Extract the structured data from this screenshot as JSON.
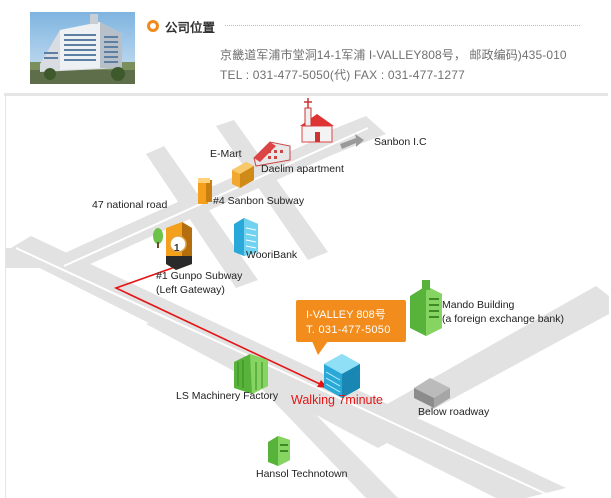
{
  "header": {
    "section_title": "公司位置",
    "address": "京畿道军浦市堂洞14-1军浦 I-VALLEY808号， 邮政编码)435-010",
    "contact": "TEL : 031-477-5050(代)   FAX : 031-477-1277"
  },
  "map": {
    "labels": {
      "sanbon_ic": "Sanbon I.C",
      "emart": "E-Mart",
      "daelim": "Daelim apartment",
      "national_road": "47 national road",
      "sanbon_subway": "#4 Sanbon Subway",
      "wooribank": "WooriBank",
      "gunpo_subway": "#1 Gunpo Subway",
      "left_gateway": "(Left Gateway)",
      "mando": "Mando  Building",
      "mando_sub": "(a foreign exchange bank)",
      "ls_machinery": "LS Machinery Factory",
      "walking": "Walking 7minute",
      "below_roadway": "Below roadway",
      "hansol": "Hansol Technotown",
      "station_number": "1"
    },
    "callout": {
      "name": "I-VALLEY 808号",
      "tel": "T. 031-477-5050"
    }
  },
  "colors": {
    "accent_orange": "#f28c1c",
    "route_red": "#e41515",
    "road_gray": "#e2e2e2",
    "building_green": "#6cc24a",
    "building_cyan": "#3fbfe4"
  }
}
